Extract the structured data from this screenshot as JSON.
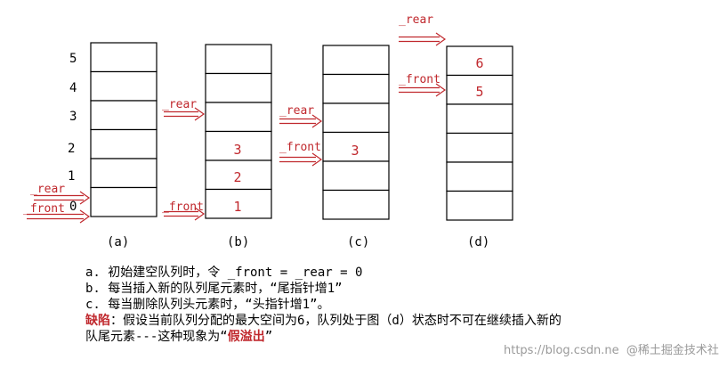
{
  "indices": [
    "5",
    "4",
    "3",
    "2",
    "1",
    "0"
  ],
  "labels": {
    "rear": "_rear",
    "front": "_front"
  },
  "captions": [
    "(a)",
    "(b)",
    "(c)",
    "(d)"
  ],
  "queues": {
    "b": [
      "3",
      "2",
      "1"
    ],
    "c": [
      "3"
    ],
    "d": [
      "6",
      "5"
    ]
  },
  "notes": {
    "a": "a. 初始建空队列时，令 _front = _rear = 0",
    "b": "b. 每当插入新的队列尾元素时，“尾指针增1”",
    "c": "c. 每当删除队列头元素时，“头指针增1”。",
    "defect_label": "缺陷",
    "defect_text": "：假设当前队列分配的最大空间为6，队列处于图（d）状态时不可在继续插入新的",
    "line5_start": "队尾元素---这种现象为“",
    "overflow_term": "假溢出",
    "line5_end": "”"
  },
  "watermark": "https://blog.csdn.ne  @稀土掘金技术社区"
}
